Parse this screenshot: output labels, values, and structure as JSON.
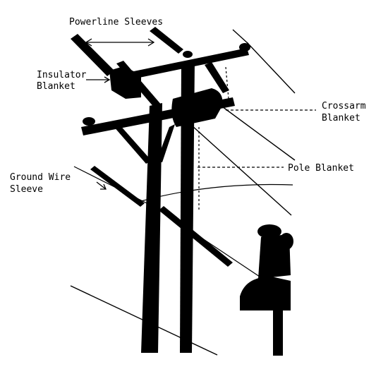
{
  "labels": {
    "powerline_sleeves": "Powerline Sleeves",
    "insulator_blanket": [
      "Insulator",
      "Blanket"
    ],
    "crossarm_blanket": [
      "Crossarm",
      "Blanket"
    ],
    "pole_blanket": "Pole Blanket",
    "ground_wire_sleeve": [
      "Ground Wire",
      "Sleeve"
    ]
  },
  "colors": {
    "ink": "#000000",
    "background": "#ffffff"
  }
}
